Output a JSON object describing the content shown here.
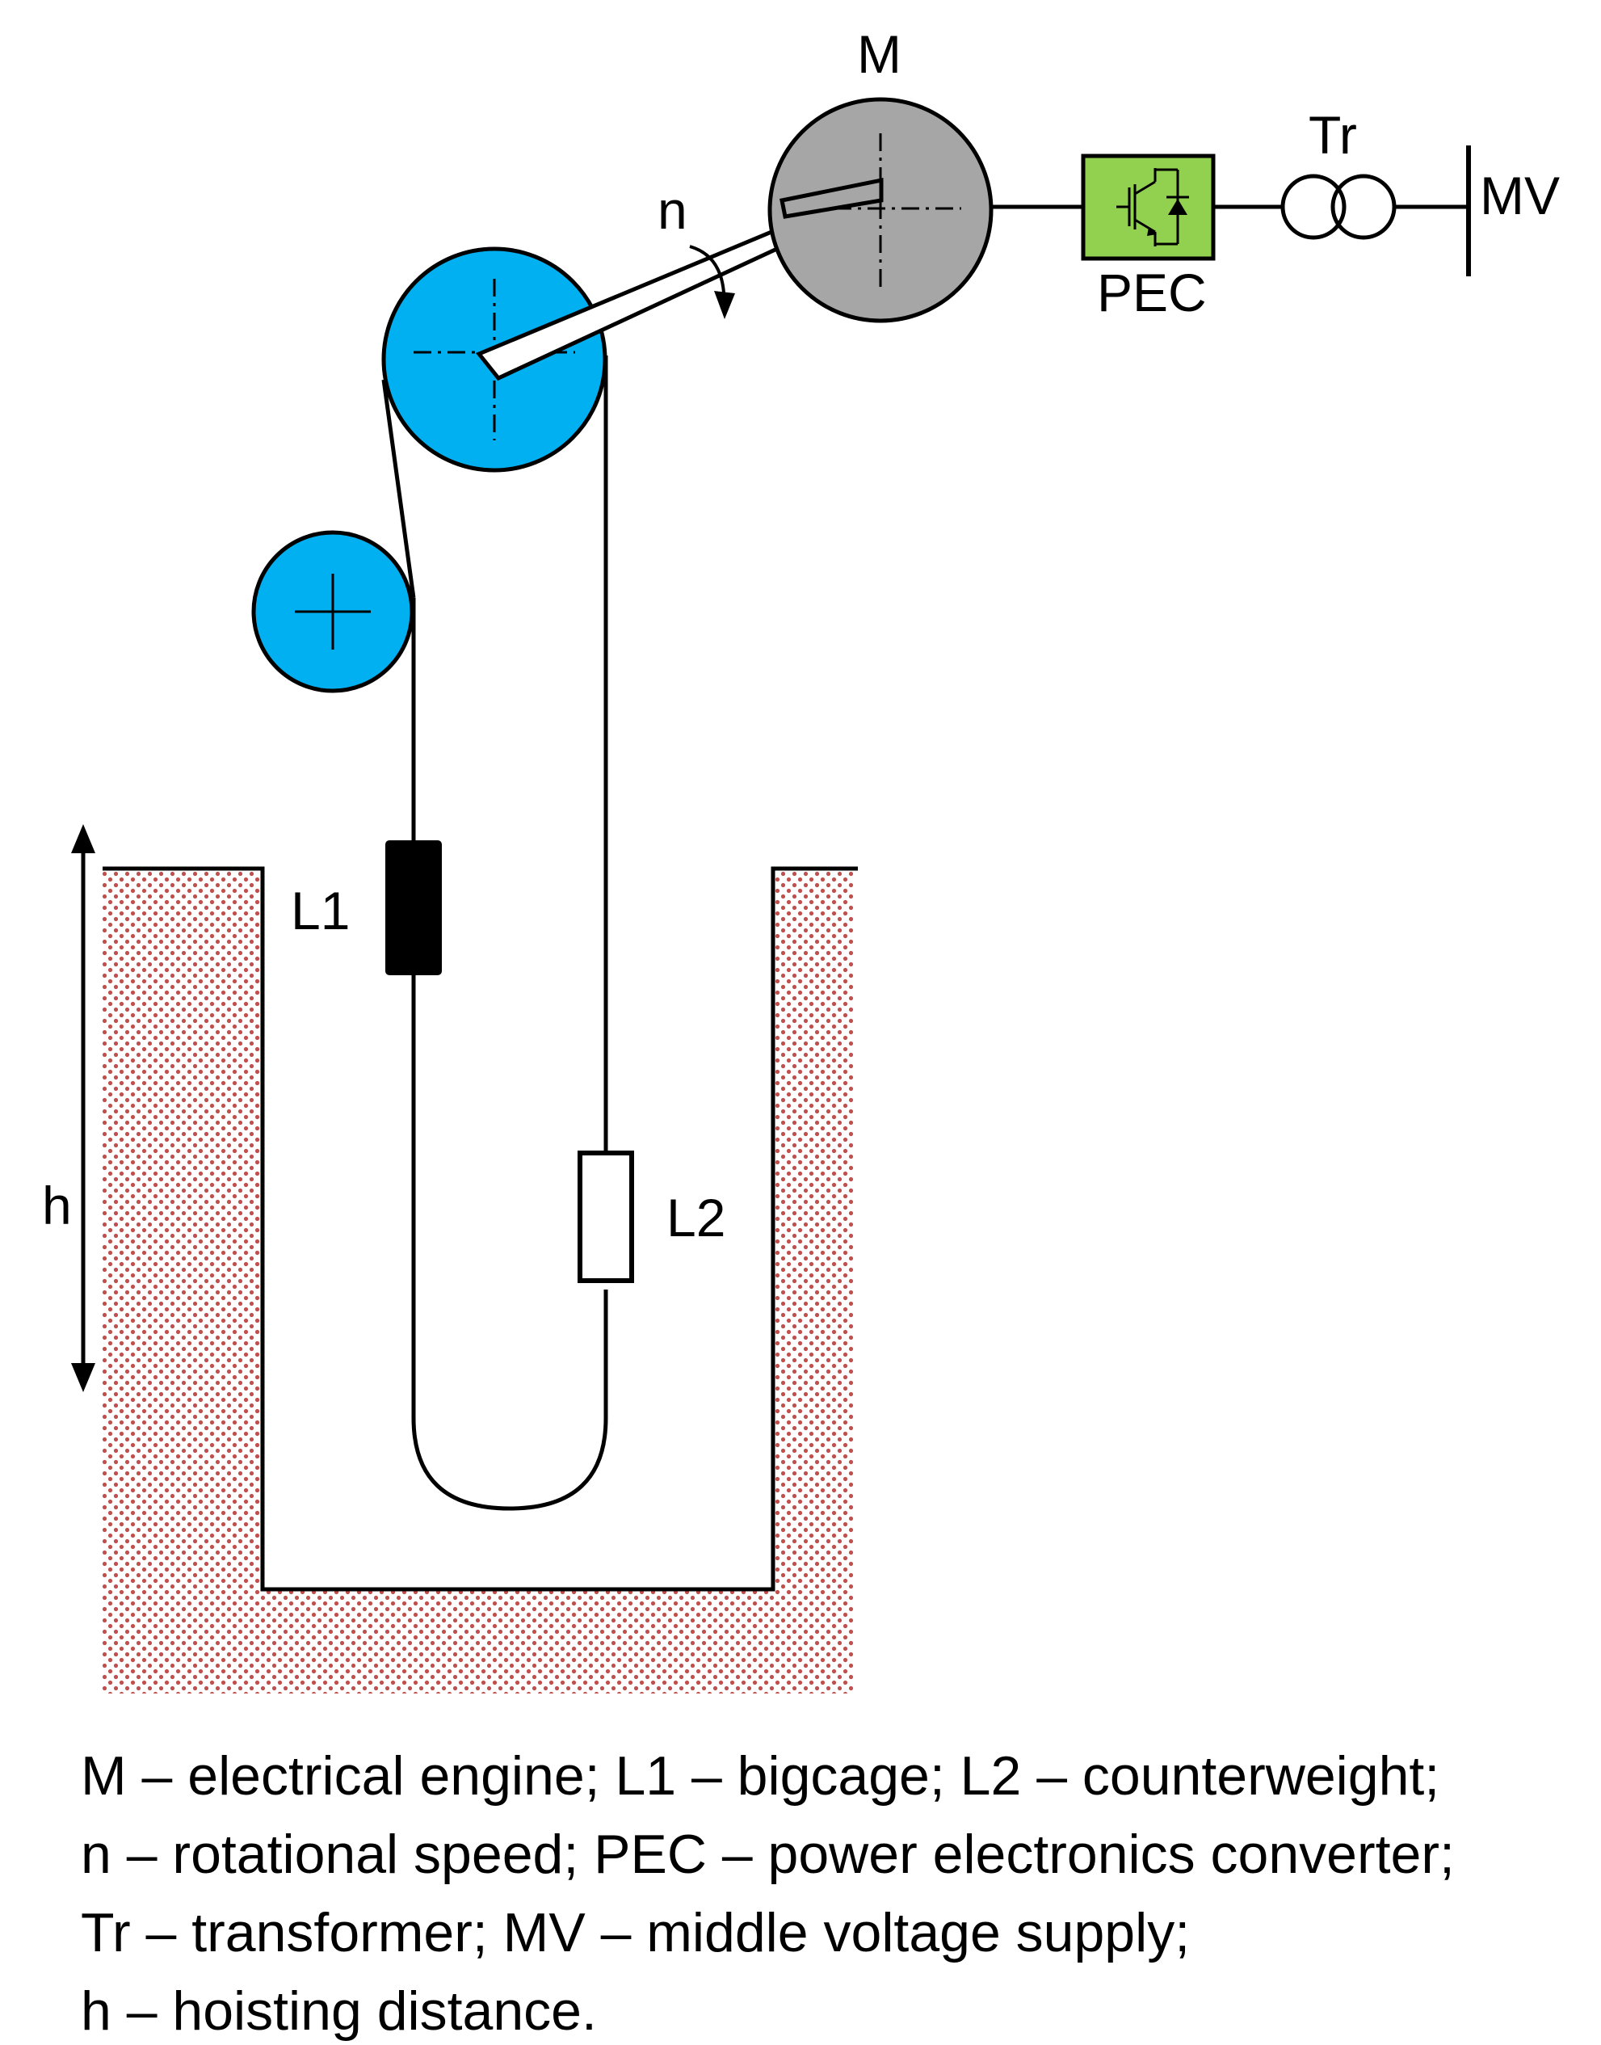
{
  "labels": {
    "motor": "M",
    "speed": "n",
    "converter": "PEC",
    "transformer": "Tr",
    "supply": "MV",
    "load1": "L1",
    "load2": "L2",
    "height": "h"
  },
  "legend": [
    "M – electrical engine; L1 – bigcage; L2 – counterweight;",
    "n – rotational speed; PEC – power electronics converter;",
    "Tr – transformer; MV – middle voltage supply;",
    "h – hoisting distance."
  ],
  "colors": {
    "sheave": "#00B0F0",
    "motor": "#A6A6A6",
    "converter": "#92D050",
    "shaft_hatch": "#C0504D",
    "line": "#000000"
  }
}
